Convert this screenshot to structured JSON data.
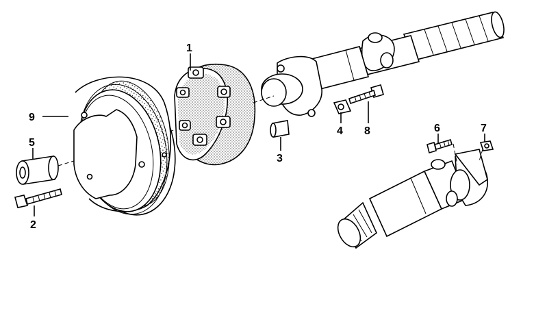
{
  "callouts": [
    {
      "id": "1",
      "part": "flex-disc"
    },
    {
      "id": "2",
      "part": "hex-bolt"
    },
    {
      "id": "3",
      "part": "spacer-sleeve"
    },
    {
      "id": "4",
      "part": "hex-nut"
    },
    {
      "id": "5",
      "part": "bushing"
    },
    {
      "id": "6",
      "part": "bolt-small"
    },
    {
      "id": "7",
      "part": "nut-small"
    },
    {
      "id": "8",
      "part": "hex-bolt-long"
    },
    {
      "id": "9",
      "part": "vibration-damper"
    }
  ]
}
